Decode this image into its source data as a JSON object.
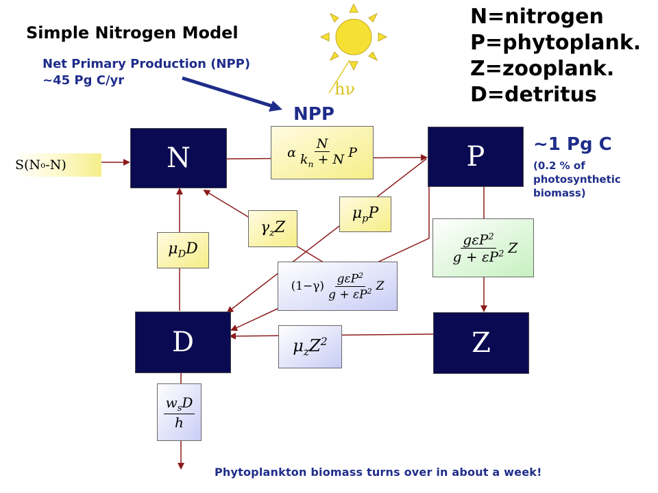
{
  "title": "Simple Nitrogen Model",
  "npp_note": {
    "line1": "Net Primary Production (NPP)",
    "line2": "~45 Pg C/yr"
  },
  "npp_label": "NPP",
  "light_label": "hν",
  "legend": [
    "N=nitrogen",
    "P=phytoplank.",
    "Z=zooplank.",
    "D=detritus"
  ],
  "biomass": {
    "value": "~1 Pg C",
    "note_lines": [
      "(0.2 % of",
      "photosynthetic",
      "biomass)"
    ]
  },
  "supply_label": {
    "main": "S(N",
    "sub": "o",
    "tail": "-N)"
  },
  "boxes": {
    "n": "N",
    "p": "P",
    "z": "Z",
    "d": "D"
  },
  "footer": "Phytoplankton biomass turns over in about a week!",
  "colors": {
    "box": "#0a0a52",
    "arrow": "#8b1a1a",
    "text_blue": "#1f2d8a",
    "sun": "#f7e034"
  },
  "icons": [
    "sun-icon"
  ]
}
